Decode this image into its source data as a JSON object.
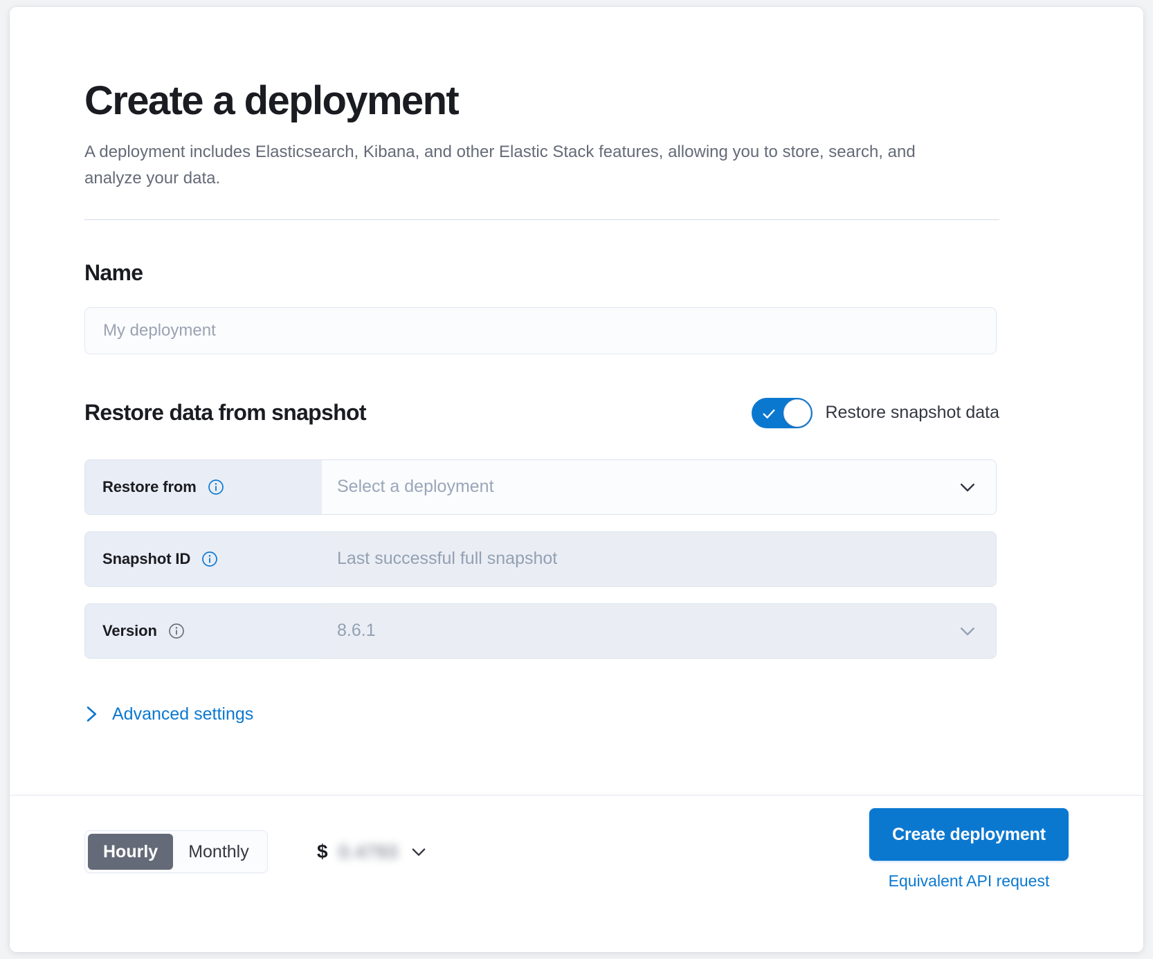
{
  "page": {
    "title": "Create a deployment",
    "subtitle": "A deployment includes Elasticsearch, Kibana, and other Elastic Stack features, allowing you to store, search, and analyze your data."
  },
  "name_section": {
    "heading": "Name",
    "input_value": "",
    "placeholder": "My deployment"
  },
  "restore_section": {
    "heading": "Restore data from snapshot",
    "toggle": {
      "label": "Restore snapshot data",
      "state": "on",
      "color": "#0b78d0"
    },
    "rows": [
      {
        "label": "Restore from",
        "info_icon": "info-circle-icon",
        "info_icon_color": "#0b78d0",
        "value": "Select a deployment",
        "control": "dropdown",
        "disabled": false
      },
      {
        "label": "Snapshot ID",
        "info_icon": "info-circle-icon",
        "info_icon_color": "#0b78d0",
        "value": "Last successful full snapshot",
        "control": "text",
        "disabled": true
      },
      {
        "label": "Version",
        "info_icon": "info-circle-icon",
        "info_icon_color": "#69707d",
        "value": "8.6.1",
        "control": "dropdown",
        "disabled": true
      }
    ],
    "advanced_link": "Advanced settings"
  },
  "footer": {
    "billing_options": [
      "Hourly",
      "Monthly"
    ],
    "billing_selected": "Hourly",
    "price": {
      "currency_symbol": "$",
      "amount": "0.4793",
      "redacted": true
    },
    "create_button": "Create deployment",
    "api_link": "Equivalent API request"
  },
  "colors": {
    "accent": "#0b78d0",
    "text": "#1a1c21",
    "muted": "#646a77",
    "label_bg": "#e9edf5",
    "disabled_bg": "#eaeef4",
    "segment_active_bg": "#646a77"
  }
}
